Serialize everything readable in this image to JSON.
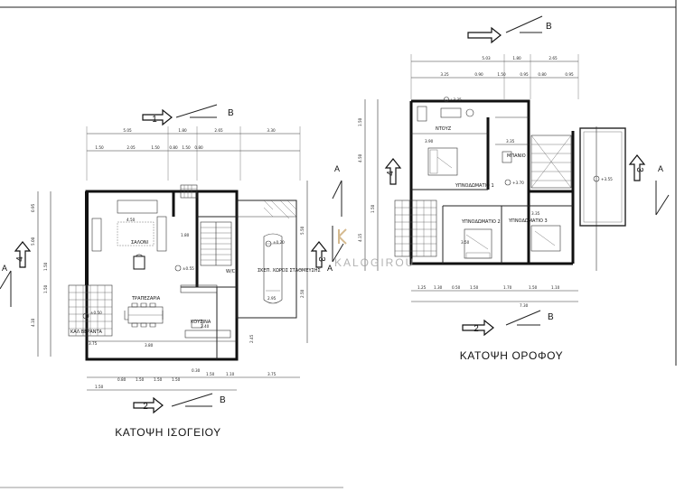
{
  "ground_floor": {
    "title": "ΚΑΤΟΨΗ ΙΣΟΓΕΙΟΥ",
    "rooms": {
      "saloni": "ΣΑΛΟΝΙ",
      "trapezaria": "ΤΡΑΠΕΖΑΡΙΑ",
      "kouzina": "ΚΟΥΖΙΝΑ",
      "verantas": "ΚΑΛ ΒΕΡΑΝΤΑ",
      "parking": "ΣΚΕΠ. ΧΩΡΟΣ ΣΤΑΘΜΕΥΣΗΣ",
      "wc": "W/C"
    },
    "levels": {
      "main": "±0.55",
      "veranda": "±0.50",
      "parking": "±0.20"
    },
    "section_labels": {
      "top_num": "1",
      "top_letter": "B",
      "bottom_num": "2",
      "bottom_letter": "B",
      "left_num": "4",
      "left_letter": "A",
      "right_num": "3",
      "right_letter": "A"
    },
    "top_dims_1": [
      "5.05",
      "1.80",
      "2.65",
      "3.30"
    ],
    "top_dims_2": [
      "1.50",
      "2.05",
      "1.50",
      "0.80",
      "1.50",
      "0.80"
    ],
    "bottom_dims_1": [
      "0.30",
      "1.50",
      "1.10",
      "3.75"
    ],
    "bottom_dims_2": [
      "1.50",
      "0.80",
      "1.50",
      "1.50",
      "1.50"
    ],
    "left_dims": [
      "0.95",
      "5.00",
      "1.50",
      "1.50",
      "4.10"
    ],
    "right_dims": [
      "2.50",
      "5.50",
      "2.45"
    ],
    "inner_dims": [
      "4.50",
      "3.80",
      "3.75",
      "2.40",
      "1.80",
      "2.95"
    ]
  },
  "first_floor": {
    "title": "ΚΑΤΟΨΗ ΟΡΟΦΟΥ",
    "rooms": {
      "bedroom1": "ΥΠΝΟΔΩΜΑΤΙΟ 1",
      "bedroom2": "ΥΠΝΟΔΩΜΑΤΙΟ 2",
      "bedroom3": "ΥΠΝΟΔΩΜΑΤΙΟ 3",
      "bathroom": "ΜΠΑΝΙΟ",
      "shower": "ΝΤΟΥΖ"
    },
    "levels": {
      "main": "+3.70",
      "balcony": "+3.55",
      "shower": "+3.35"
    },
    "section_labels": {
      "top_letter": "B",
      "bottom_num": "2",
      "bottom_letter": "B",
      "left_num": "4",
      "left_letter": "A",
      "right_num": "3",
      "right_letter": "A"
    },
    "top_dims_1": [
      "5.03",
      "1.80",
      "2.65"
    ],
    "top_dims_2": [
      "3.25",
      "0.90",
      "1.50",
      "0.95",
      "0.80",
      "0.95"
    ],
    "bottom_dims_1": [
      "1.25",
      "1.30",
      "0.50",
      "1.50",
      "1.70",
      "1.50",
      "1.10"
    ],
    "bottom_dims_2": [
      "7.30"
    ],
    "left_dims": [
      "1.50",
      "4.50",
      "1.50",
      "4.15"
    ],
    "inner_dims": [
      "3.90",
      "3.50",
      "3.35",
      "3.35"
    ]
  },
  "watermark": "KALOGIROU"
}
